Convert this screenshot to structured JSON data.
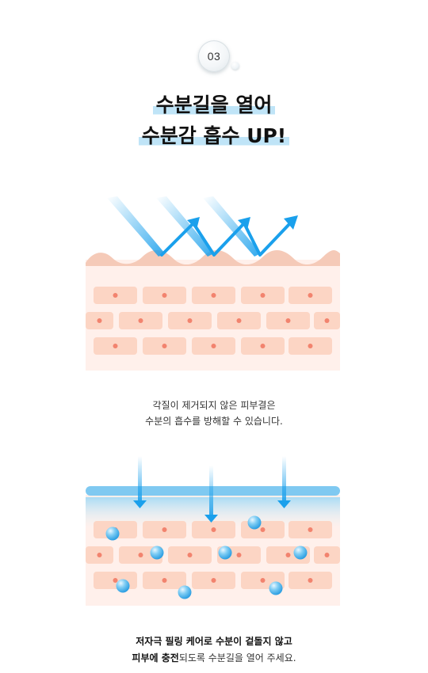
{
  "step": {
    "number": "03"
  },
  "title": {
    "line1": "수분길을 열어",
    "line2": "수분감 흡수 UP!"
  },
  "diagram_before": {
    "caption_line1": "각질이 제거되지 않은 피부결은",
    "caption_line2": "수분의 흡수를 방해할 수 있습니다."
  },
  "diagram_after": {
    "caption_line1": "저자극 필링 케어로 수분이 겉돌지 않고",
    "caption_line2_bold": "피부에 충전",
    "caption_line2_rest": "되도록 수분길을 열어 주세요."
  },
  "colors": {
    "cell": "#fcd5c4",
    "cell_nucleus": "#f2836e",
    "skin_bg": "#fff0eb",
    "horny_layer": "#f5cab8",
    "arrow_blue": "#1aa0ec",
    "water_layer": "#8fd0f3",
    "droplet": "#6cc3f2"
  },
  "icons": {
    "reflected_arrow": "arrow-zigzag-icon",
    "down_arrow": "arrow-down-icon",
    "water_droplet": "water-droplet-icon"
  }
}
